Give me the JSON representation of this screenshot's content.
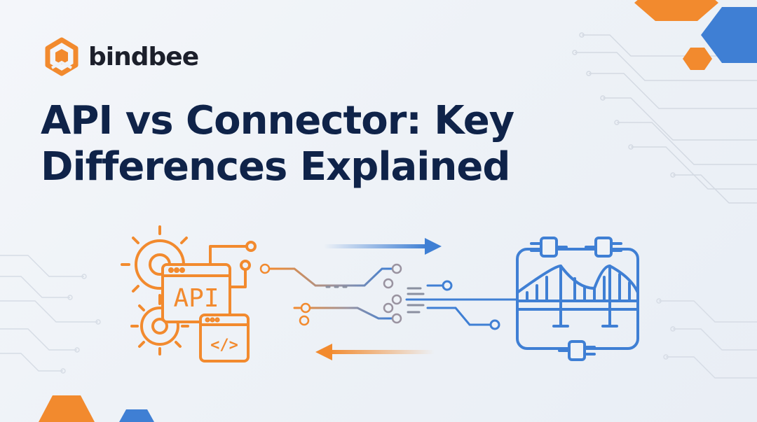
{
  "brand": {
    "name": "bindbee",
    "colors": {
      "orange": "#f28a2e",
      "blue": "#3f7fd4",
      "navy": "#0f2349"
    }
  },
  "headline": {
    "line1": "API vs Connector: Key",
    "line2": "Differences Explained"
  },
  "illustration": {
    "left_badge": "API",
    "code_symbol": "</>",
    "icons": [
      "gear-icon",
      "browser-window-icon",
      "code-window-icon",
      "plug-icon",
      "bridge-icon",
      "arrow-right-icon",
      "arrow-left-icon"
    ]
  }
}
